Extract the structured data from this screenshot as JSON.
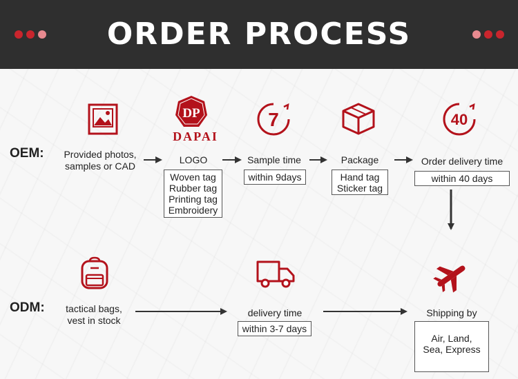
{
  "banner": {
    "title": "ORDER PROCESS",
    "dot_dark": "#c9252d",
    "dot_light": "#e88a90"
  },
  "accent_color": "#b3121b",
  "oem": {
    "label": "OEM:",
    "steps": [
      {
        "icon": "image-icon",
        "lines": [
          "Provided photos,",
          "samples or CAD"
        ]
      },
      {
        "icon": "dapai-logo",
        "logo_mark": "DP",
        "logo_name": "DAPAI",
        "title": "LOGO",
        "box": [
          "Woven tag",
          "Rubber tag",
          "Printing tag",
          "Embroidery"
        ]
      },
      {
        "icon": "seven-days-icon",
        "icon_text": "7",
        "title": "Sample time",
        "box": [
          "within 9days"
        ]
      },
      {
        "icon": "package-box-icon",
        "title": "Package",
        "box": [
          "Hand tag",
          "Sticker tag"
        ]
      },
      {
        "icon": "forty-days-icon",
        "icon_text": "40",
        "title": "Order delivery time",
        "box": [
          "within 40 days"
        ]
      }
    ]
  },
  "odm": {
    "label": "ODM:",
    "steps": [
      {
        "icon": "backpack-icon",
        "lines": [
          "tactical bags,",
          "vest in stock"
        ]
      },
      {
        "icon": "delivery-truck-icon",
        "title": "delivery time",
        "box": [
          "within 3-7 days"
        ]
      },
      {
        "icon": "airplane-icon",
        "title": "Shipping by",
        "box": [
          "Air, Land,",
          "Sea, Express"
        ]
      }
    ]
  }
}
